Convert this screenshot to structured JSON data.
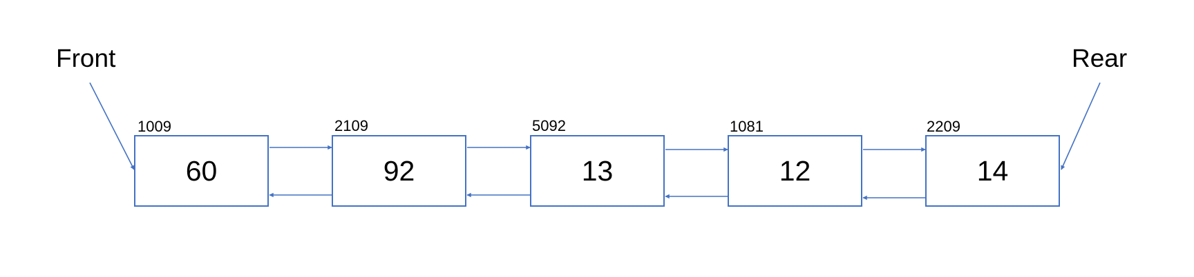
{
  "labels": {
    "front": "Front",
    "rear": "Rear"
  },
  "nodes": [
    {
      "address": "1009",
      "value": "60"
    },
    {
      "address": "2109",
      "value": "92"
    },
    {
      "address": "5092",
      "value": "13"
    },
    {
      "address": "1081",
      "value": "12"
    },
    {
      "address": "2209",
      "value": "14"
    }
  ],
  "colors": {
    "line": "#4472c4",
    "border": "#4472c4",
    "text": "#000000"
  }
}
